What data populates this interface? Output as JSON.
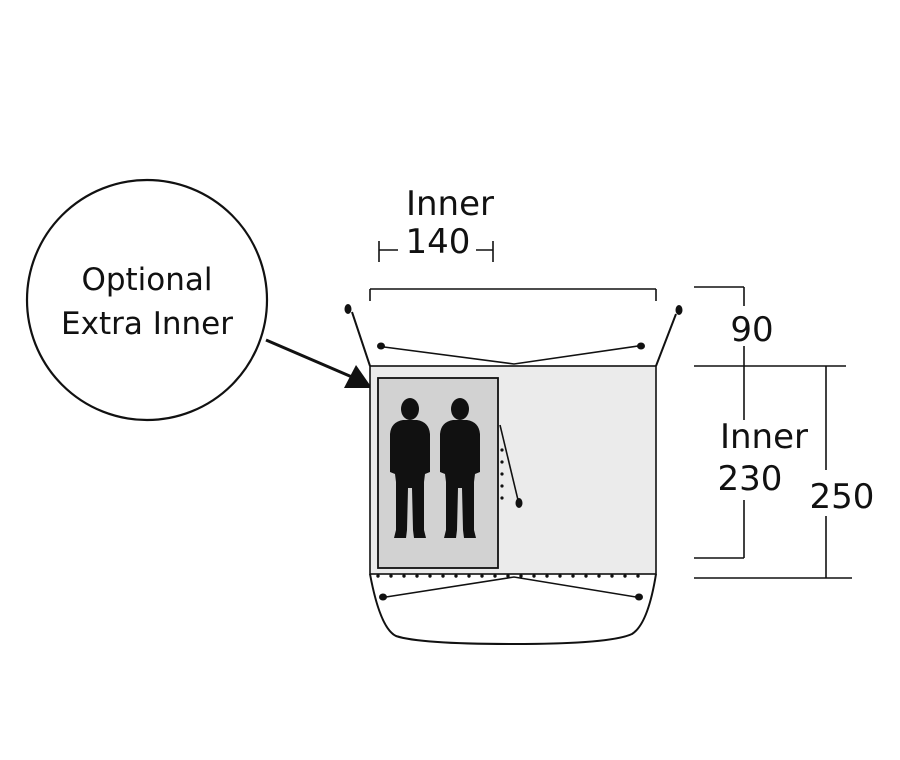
{
  "callout": {
    "line1": "Optional",
    "line2": "Extra Inner"
  },
  "top_dimension": {
    "label": "Inner",
    "value": "140"
  },
  "right_dimensions": {
    "porch_depth": "90",
    "inner_label": "Inner",
    "inner_depth": "230",
    "total_depth": "250"
  },
  "icons": {
    "person_left": "person-silhouette-icon",
    "person_right": "person-silhouette-icon"
  },
  "colors": {
    "floor_fill": "#ebebeb",
    "inner_fill": "#d2d2d2",
    "ink": "#111111"
  }
}
